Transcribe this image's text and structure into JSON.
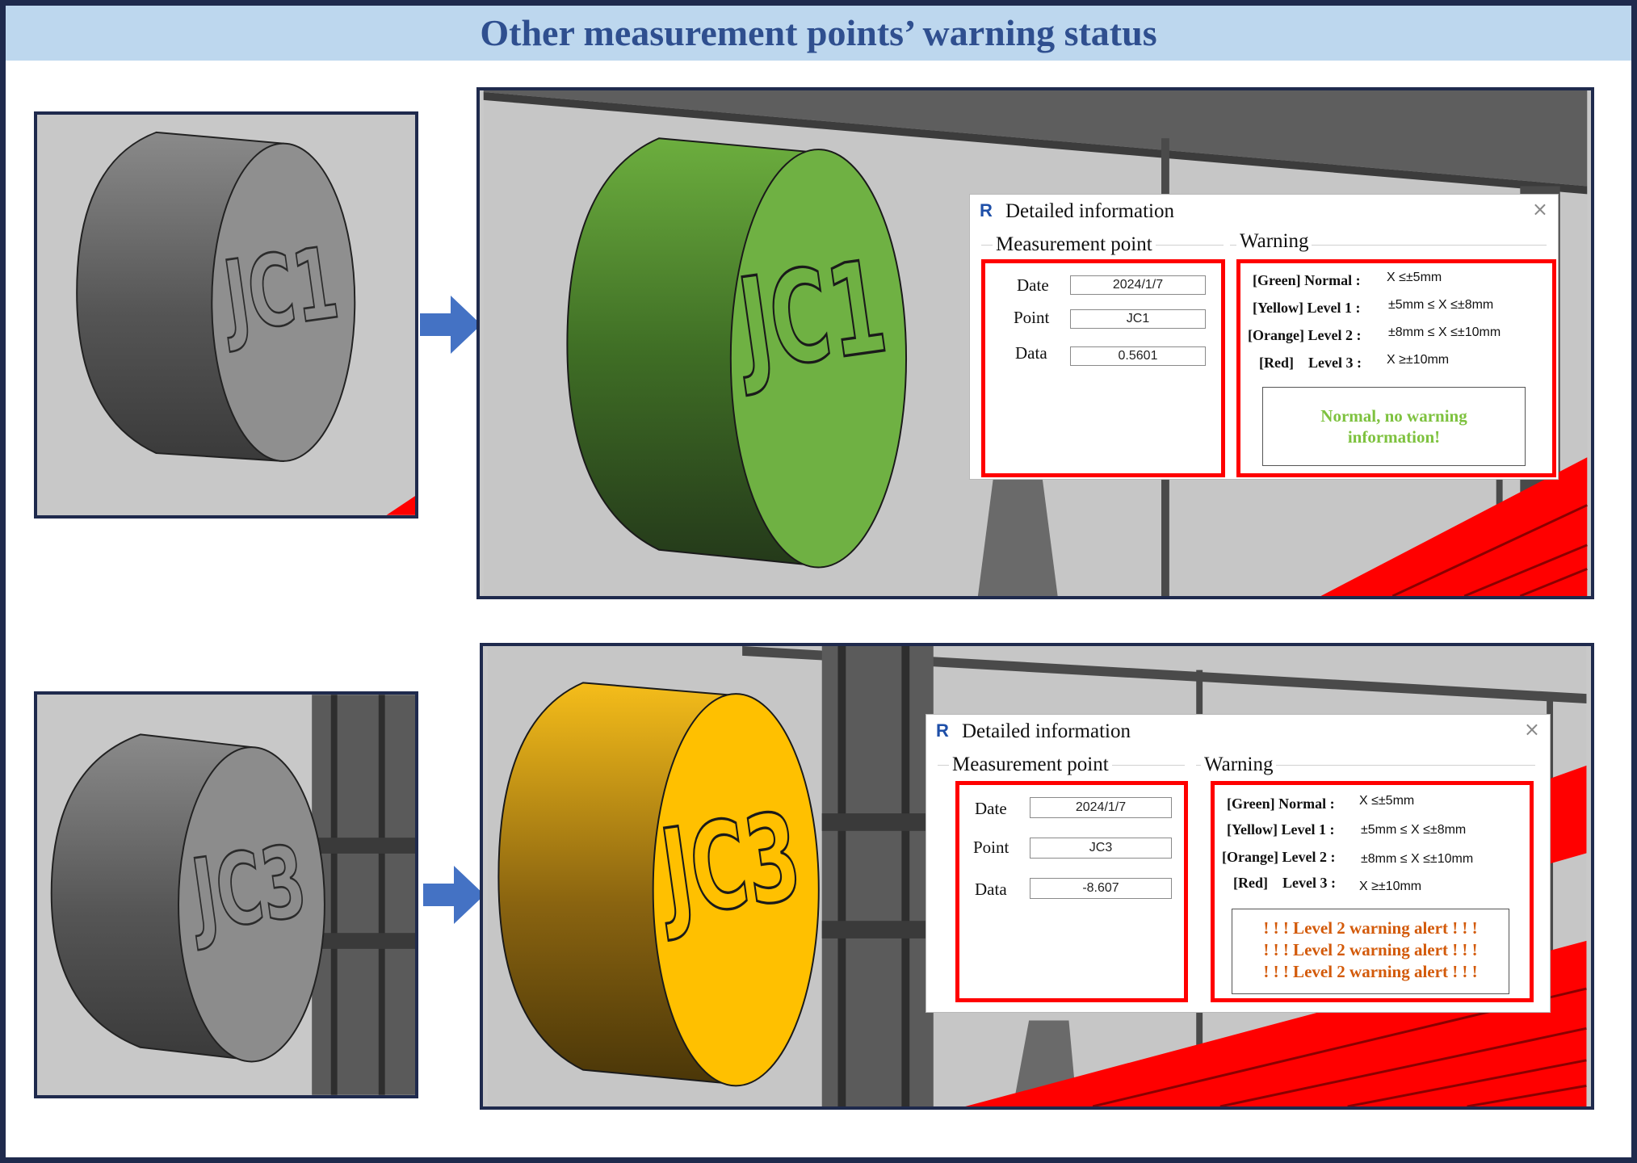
{
  "title": "Other measurement points’ warning status",
  "colors": {
    "frame": "#1f2a4d",
    "title_bg": "#bdd7ee",
    "title_text": "#2f4f8f",
    "arrow": "#4472c4",
    "highlight": "#ff0000",
    "normal_msg": "#7ec23f",
    "alert_msg": "#d35a0a",
    "marker_gray": "#7a7a7a",
    "marker_green": "#6aad45",
    "marker_yellow": "#ffc000"
  },
  "rows": [
    {
      "marker_label": "JC1",
      "dialog": {
        "title": "Detailed information",
        "logo": "R",
        "close": "×",
        "measurement_group": "Measurement point",
        "warning_group": "Warning",
        "fields": [
          {
            "label": "Date",
            "value": "2024/1/7"
          },
          {
            "label": "Point",
            "value": "JC1"
          },
          {
            "label": "Data",
            "value": "0.5601"
          }
        ],
        "levels": [
          {
            "name": "[Green] Normal :",
            "range": "X ≤±5mm"
          },
          {
            "name": "[Yellow] Level 1 :",
            "range": "±5mm ≤ X ≤±8mm"
          },
          {
            "name": "[Orange] Level 2 :",
            "range": "±8mm ≤ X ≤±10mm"
          },
          {
            "name": "[Red]    Level 3 :",
            "range": "X ≥±10mm"
          }
        ],
        "message_lines": [
          "Normal, no warning",
          "information!"
        ]
      }
    },
    {
      "marker_label": "JC3",
      "dialog": {
        "title": "Detailed information",
        "logo": "R",
        "close": "×",
        "measurement_group": "Measurement point",
        "warning_group": "Warning",
        "fields": [
          {
            "label": "Date",
            "value": "2024/1/7"
          },
          {
            "label": "Point",
            "value": "JC3"
          },
          {
            "label": "Data",
            "value": "-8.607"
          }
        ],
        "levels": [
          {
            "name": "[Green] Normal :",
            "range": "X ≤±5mm"
          },
          {
            "name": "[Yellow] Level 1 :",
            "range": "±5mm ≤ X ≤±8mm"
          },
          {
            "name": "[Orange] Level 2 :",
            "range": "±8mm ≤ X ≤±10mm"
          },
          {
            "name": "[Red]    Level 3 :",
            "range": "X ≥±10mm"
          }
        ],
        "message_lines": [
          "! ! ! Level 2 warning alert ! ! !",
          "! ! ! Level 2 warning alert ! ! !",
          "! ! ! Level 2 warning alert ! ! !"
        ]
      }
    }
  ]
}
